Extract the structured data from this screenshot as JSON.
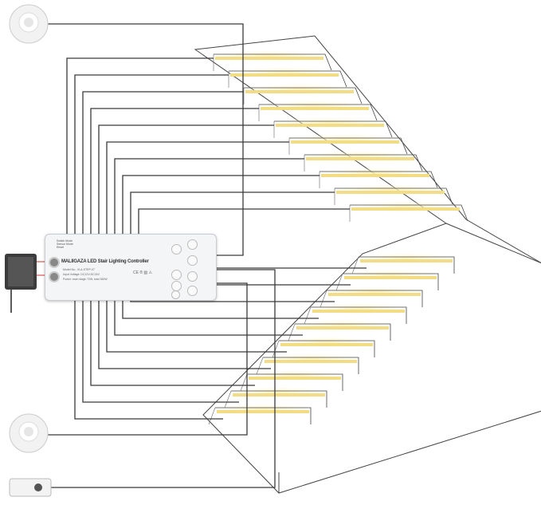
{
  "controller": {
    "title": "MALIIGAZA LED Stair Lighting Controller",
    "modes": [
      "Switch Mode",
      "Sensor Mode",
      "Reset"
    ],
    "model": "Model No.: XLA-STEP-07",
    "input": "Input Voltage: DC12V-DC24V",
    "power": "Power: each stage 72W, total 360W",
    "cert": "CE ® ▧ ⚠"
  },
  "colors": {
    "wire": "#3a3a3a",
    "led": "#f3dc86",
    "glow": "#fff3c4",
    "stair_line": "#444444"
  },
  "upper_steps": 10,
  "lower_steps": 10
}
